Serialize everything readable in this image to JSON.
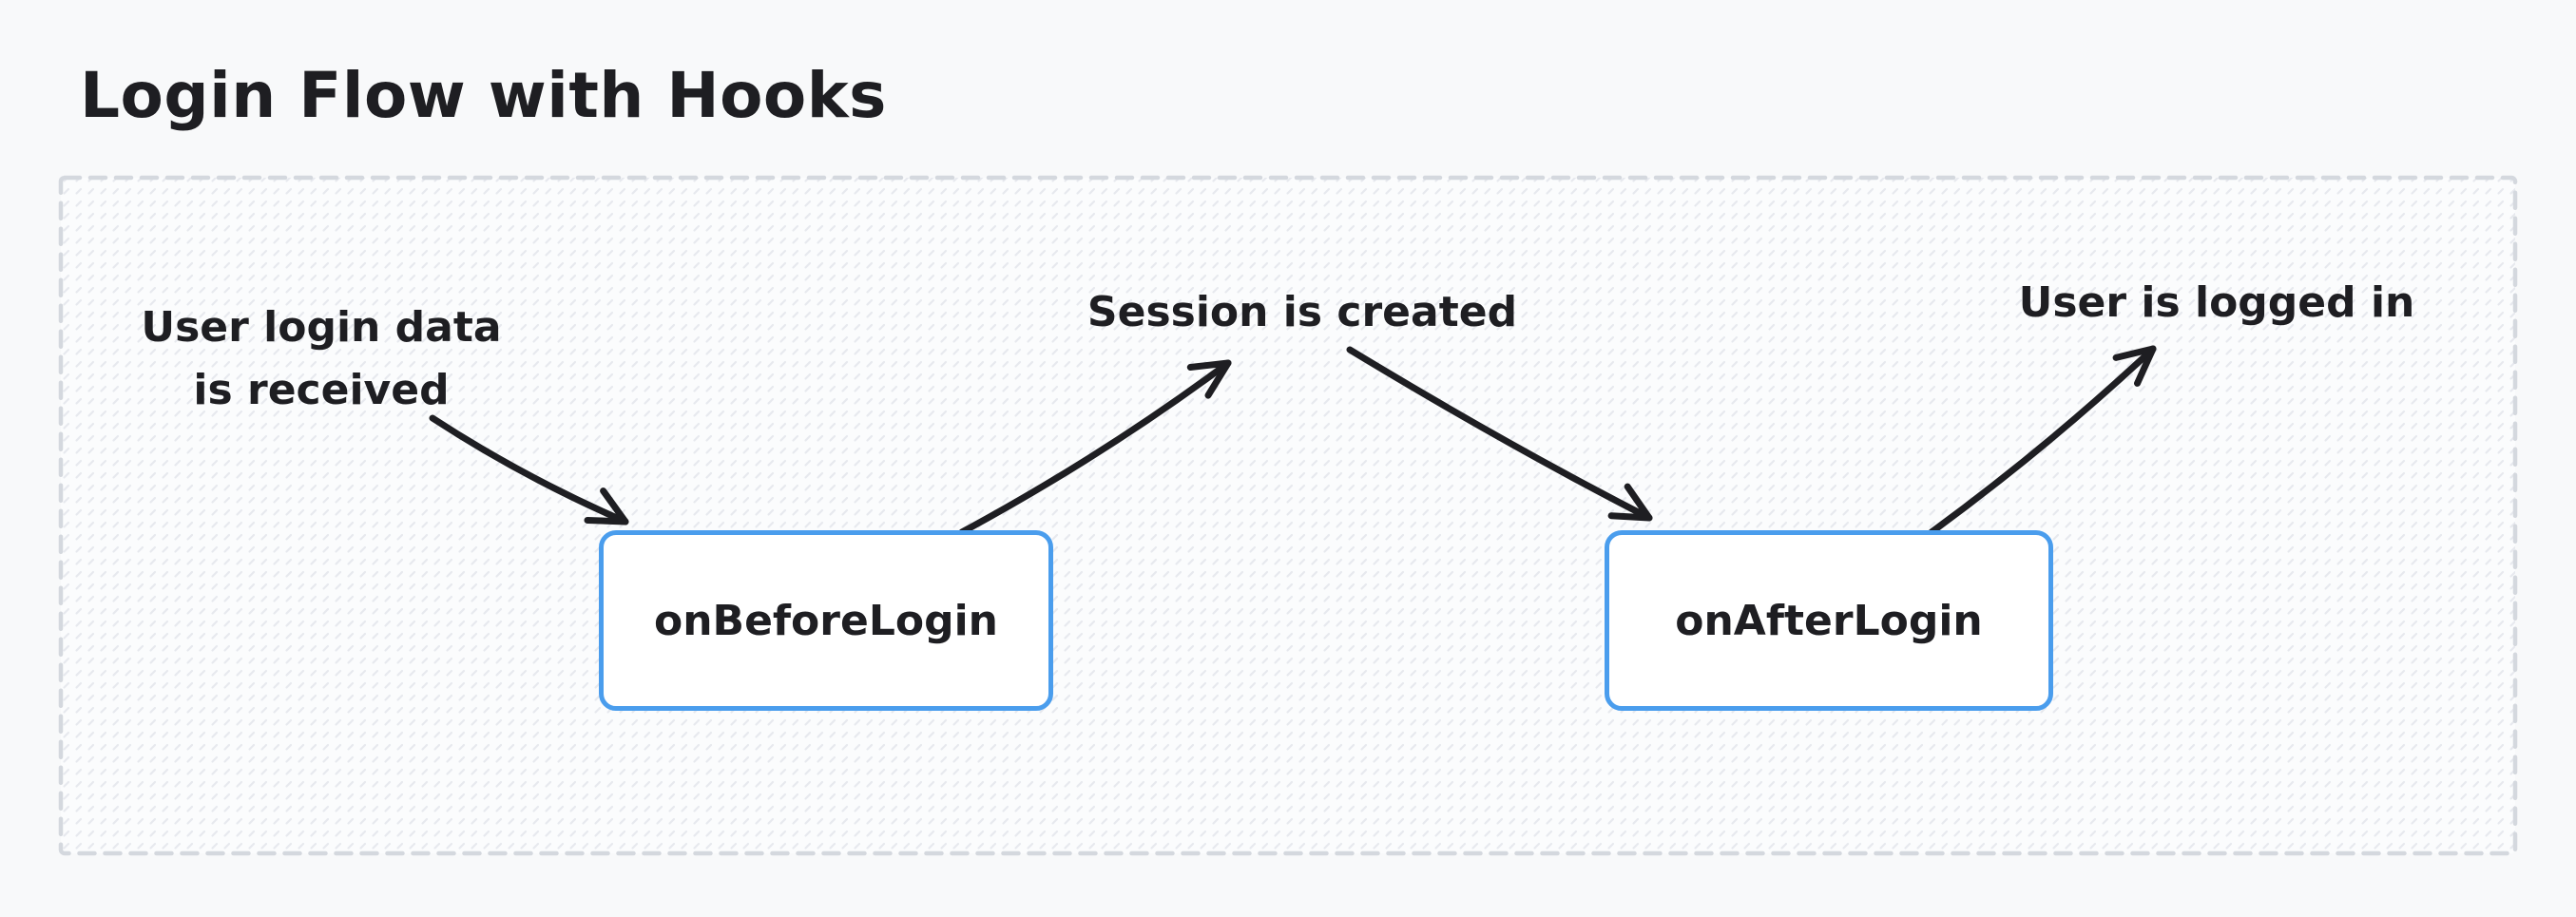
{
  "title": "Login Flow with Hooks",
  "colors": {
    "canvas_bg": "#f8f9fa",
    "container_bg": "#fbfcfd",
    "hatch": "#e7e9ee",
    "dash_border": "#d4d8de",
    "accent_blue": "#4a9ded",
    "node_bg": "#ffffff",
    "ink": "#1e1e22"
  },
  "diagram": {
    "nodes": [
      {
        "id": "onBeforeLogin",
        "label": "onBeforeLogin"
      },
      {
        "id": "onAfterLogin",
        "label": "onAfterLogin"
      }
    ],
    "annotations": [
      {
        "id": "user-login-data",
        "lines": [
          "User login data",
          "is received"
        ]
      },
      {
        "id": "session-created",
        "lines": [
          "Session is created"
        ]
      },
      {
        "id": "user-logged-in",
        "lines": [
          "User is logged in"
        ]
      }
    ],
    "edges": [
      {
        "from": "User login data is received",
        "to": "onBeforeLogin"
      },
      {
        "from": "onBeforeLogin",
        "to": "Session is created"
      },
      {
        "from": "Session is created",
        "to": "onAfterLogin"
      },
      {
        "from": "onAfterLogin",
        "to": "User is logged in"
      }
    ]
  }
}
